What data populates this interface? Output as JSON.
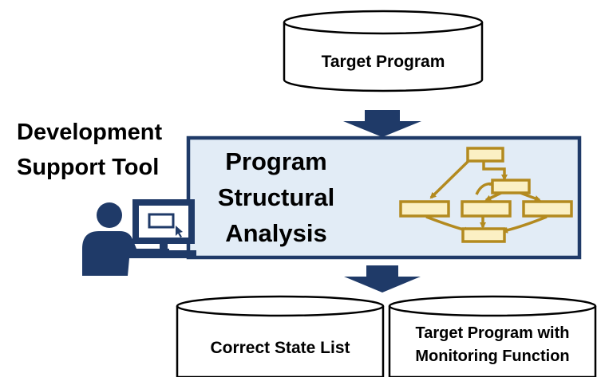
{
  "top_cylinder": {
    "label": "Target Program"
  },
  "tool": {
    "line1": "Development",
    "line2": "Support Tool"
  },
  "analysis": {
    "line1": "Program",
    "line2": "Structural",
    "line3": "Analysis"
  },
  "outputs": {
    "left": {
      "label": "Correct State List"
    },
    "right": {
      "line1": "Target Program with",
      "line2": "Monitoring Function"
    }
  },
  "colors": {
    "navy": "#1f3a68",
    "box_fill": "#e2ecf6",
    "flow_stroke": "#b38a1f",
    "flow_fill": "#fbf0c4"
  },
  "icons": {
    "person": "person-at-computer-icon",
    "flow": "program-flowchart-icon"
  }
}
